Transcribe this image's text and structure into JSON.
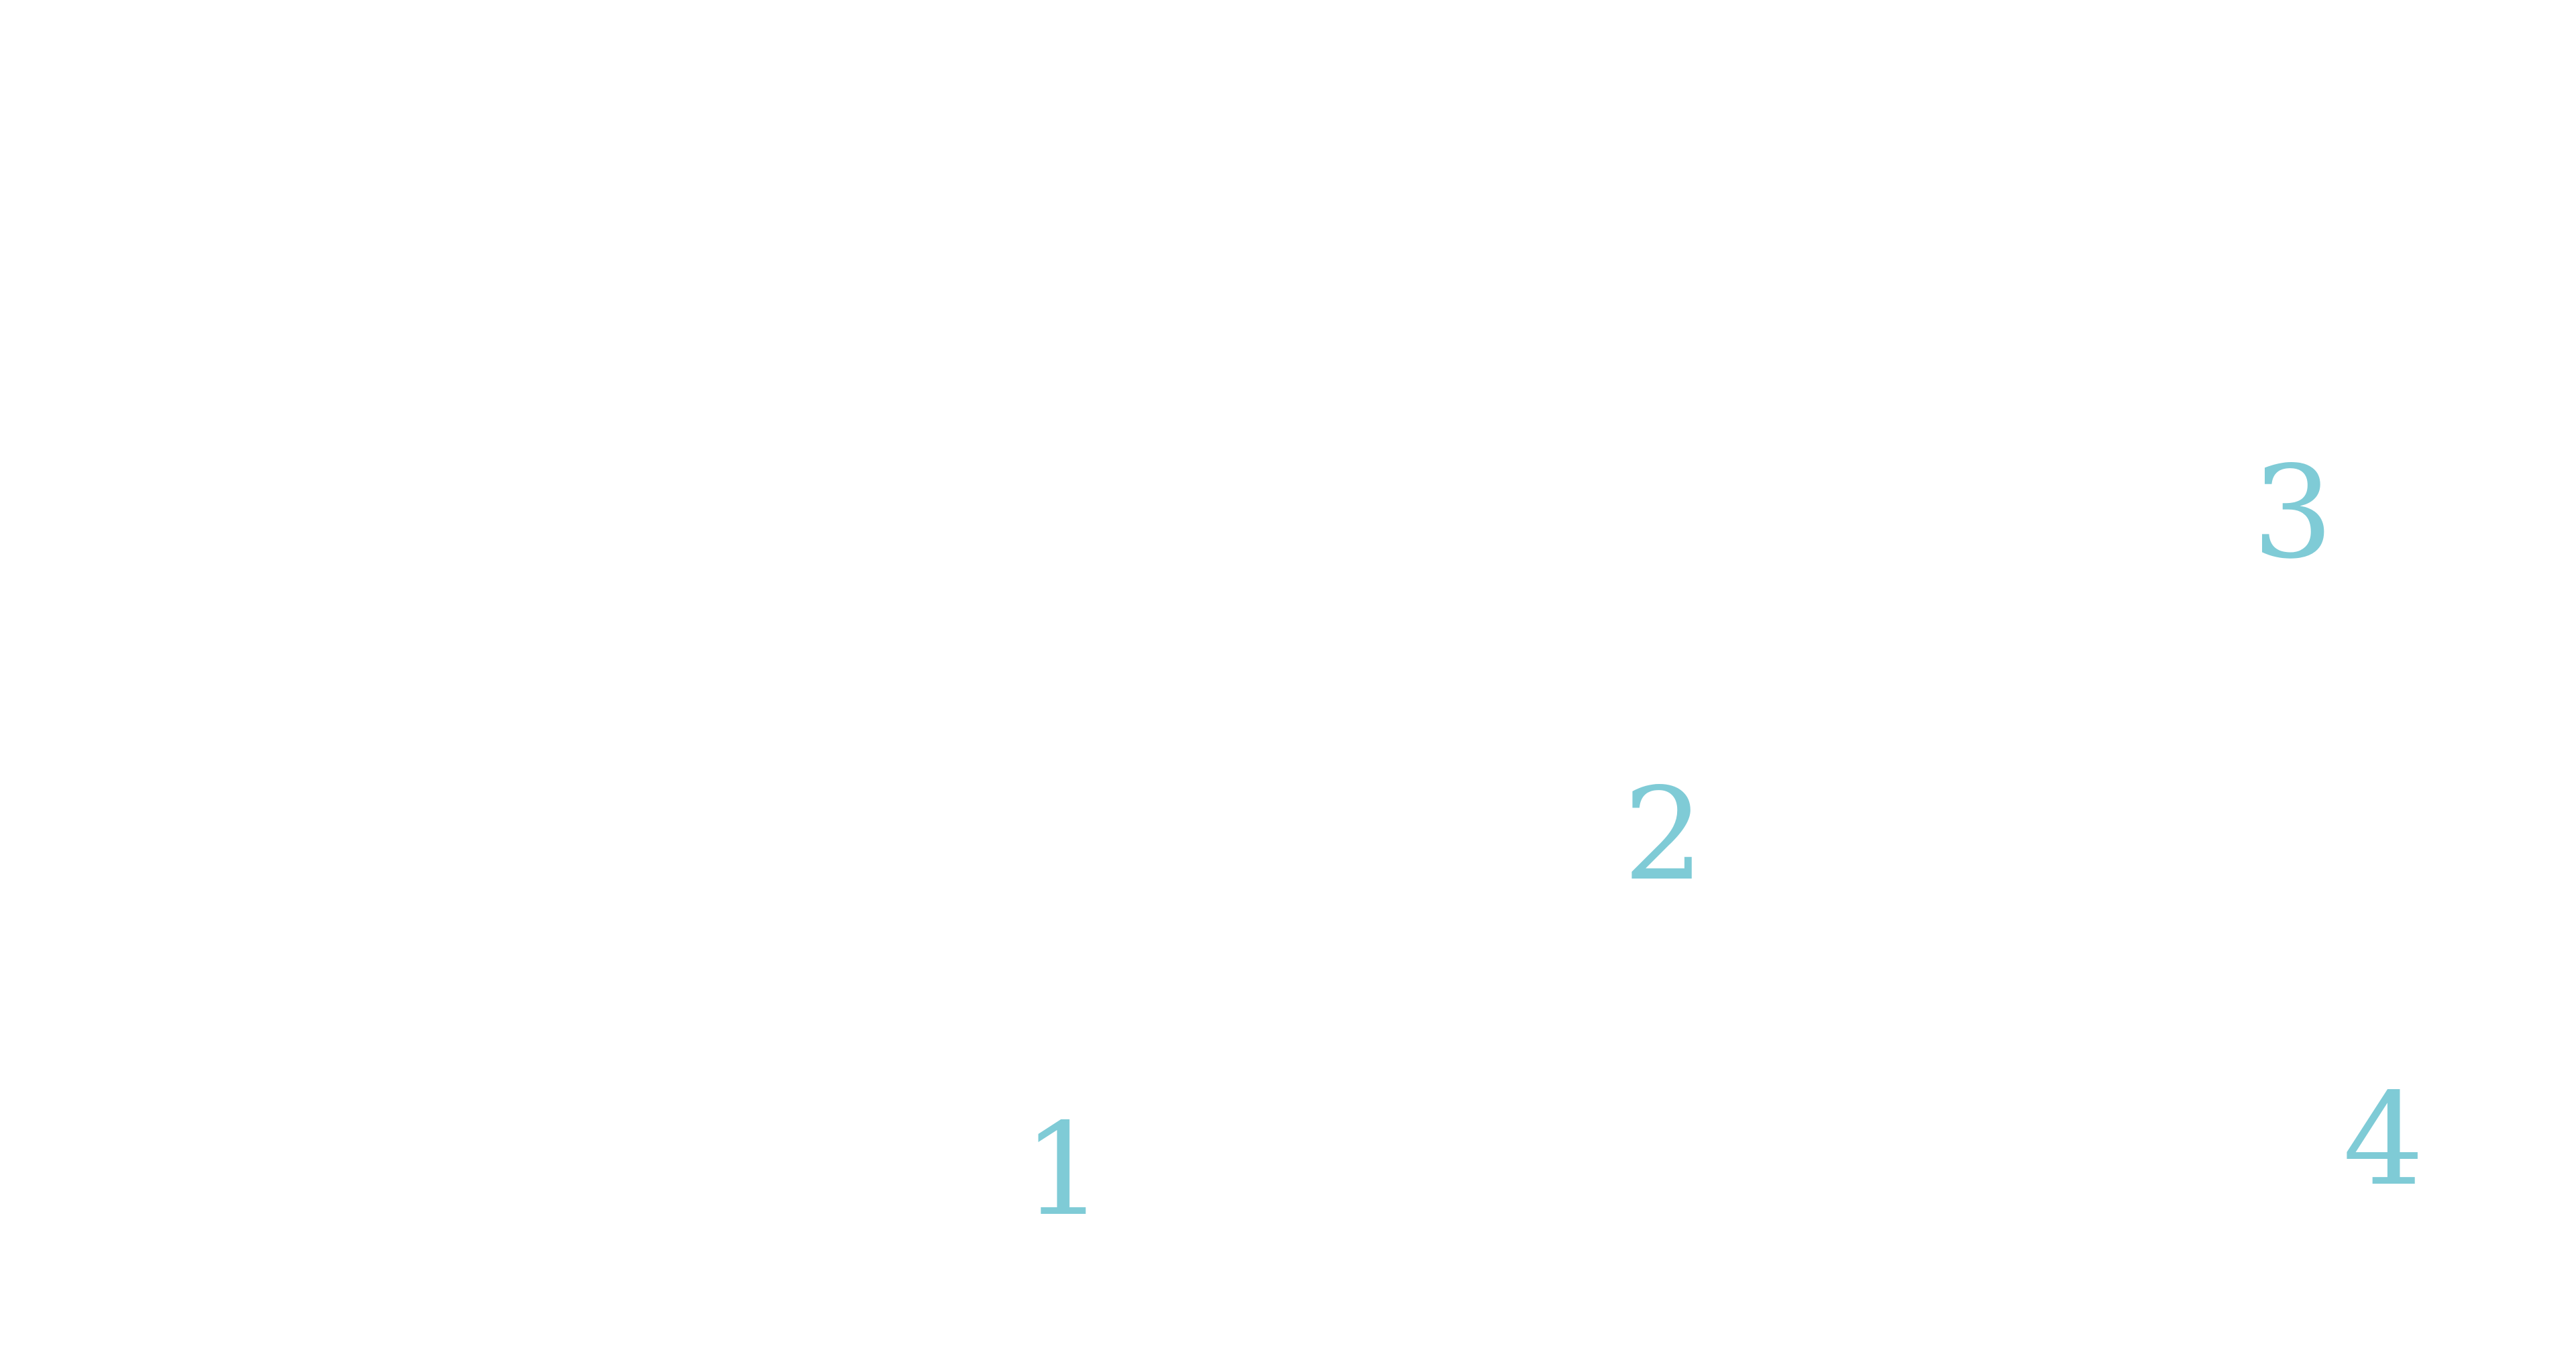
{
  "markers": [
    {
      "label": "1"
    },
    {
      "label": "2"
    },
    {
      "label": "3"
    },
    {
      "label": "4"
    }
  ],
  "colors": {
    "background": "#ffffff",
    "marker": "#7fcbd6"
  }
}
